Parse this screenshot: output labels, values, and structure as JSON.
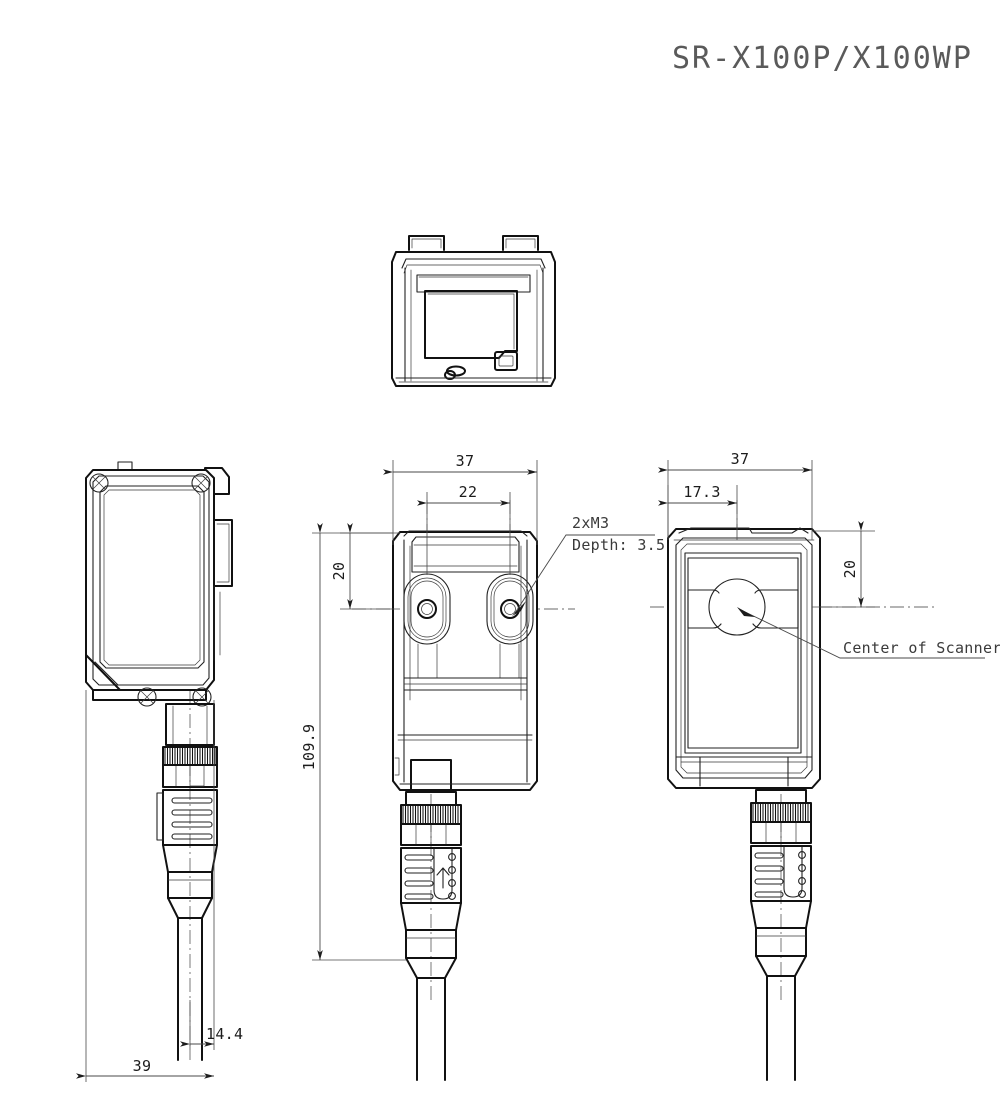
{
  "drawing": {
    "title": "SR-X100P/X100WP",
    "units_note": "",
    "views": {
      "top": {
        "name": "top-view",
        "label": ""
      },
      "left": {
        "name": "left-side-view",
        "label": ""
      },
      "middle": {
        "name": "rear-view",
        "label": ""
      },
      "right": {
        "name": "front-view",
        "label": ""
      }
    },
    "dimensions": {
      "left_view": {
        "cable_offset": "14.4",
        "overall_width": "39"
      },
      "middle_view": {
        "overall_width": "37",
        "hole_spacing": "22",
        "hole_height": "20",
        "overall_height": "109.9"
      },
      "right_view": {
        "overall_width": "37",
        "center_offset": "17.3",
        "center_height": "20"
      }
    },
    "notes": {
      "thread_spec": "2xM3",
      "thread_depth": "Depth: 3.5",
      "scanner_center": "Center of Scanner"
    },
    "colors": {
      "background": "#ffffff",
      "outline": "#111111",
      "dimension": "#4a4a4a",
      "title": "#5a5a5a",
      "text": "#1c1c1c"
    }
  }
}
